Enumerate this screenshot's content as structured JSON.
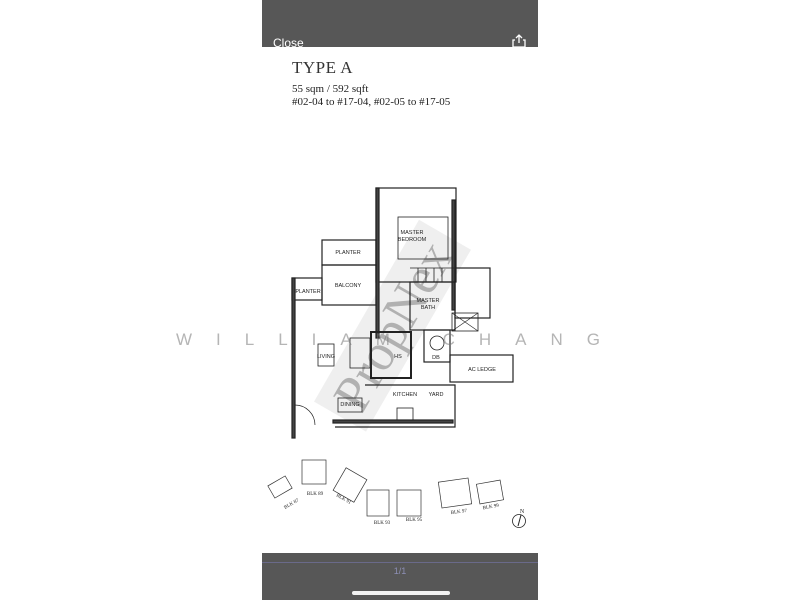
{
  "header": {
    "close_label": "Close",
    "share_icon": "share-icon"
  },
  "document": {
    "title": "TYPE A",
    "area": "55 sqm / 592 sqft",
    "units": "#02-04 to #17-04, #02-05 to #17-05",
    "rooms": {
      "master_bedroom_1": "MASTER",
      "master_bedroom_2": "BEDROOM",
      "planter_top": "PLANTER",
      "balcony": "BALCONY",
      "planter_left": "PLANTER",
      "master_bath_1": "MASTER",
      "master_bath_2": "BATH",
      "living": "LIVING",
      "hs": "HS",
      "db": "DB",
      "ac_ledge": "AC LEDGE",
      "kitchen": "KITCHEN",
      "yard": "YARD",
      "dining": "DINING"
    },
    "blocks": [
      "BLK 87",
      "BLK 89",
      "BLK 91",
      "BLK 93",
      "BLK 95",
      "BLK 97",
      "BLK 99"
    ],
    "compass": "N",
    "watermark_text": "WILLIAM CHANG",
    "watermark_logo": "PropNex"
  },
  "footer": {
    "page_indicator": "1/1"
  }
}
